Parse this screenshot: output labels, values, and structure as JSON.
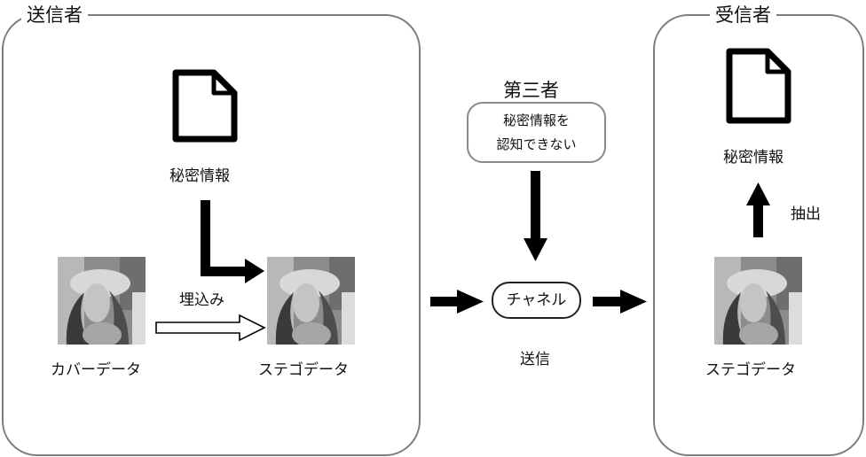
{
  "sender": {
    "title": "送信者",
    "secret_label": "秘密情報",
    "embed_label": "埋込み",
    "cover_label": "カバーデータ",
    "stego_label": "ステゴデータ"
  },
  "third_party": {
    "title": "第三者",
    "notice_line1": "秘密情報を",
    "notice_line2": "認知できない"
  },
  "channel": {
    "label": "チャネル",
    "send_label": "送信"
  },
  "receiver": {
    "title": "受信者",
    "secret_label": "秘密情報",
    "extract_label": "抽出",
    "stego_label": "ステゴデータ"
  },
  "icons": [
    "document-icon",
    "photo-thumbnail",
    "arrow-icon"
  ],
  "colors": {
    "panel_border": "#7d7d7d",
    "arrow": "#000000",
    "text": "#111111"
  }
}
